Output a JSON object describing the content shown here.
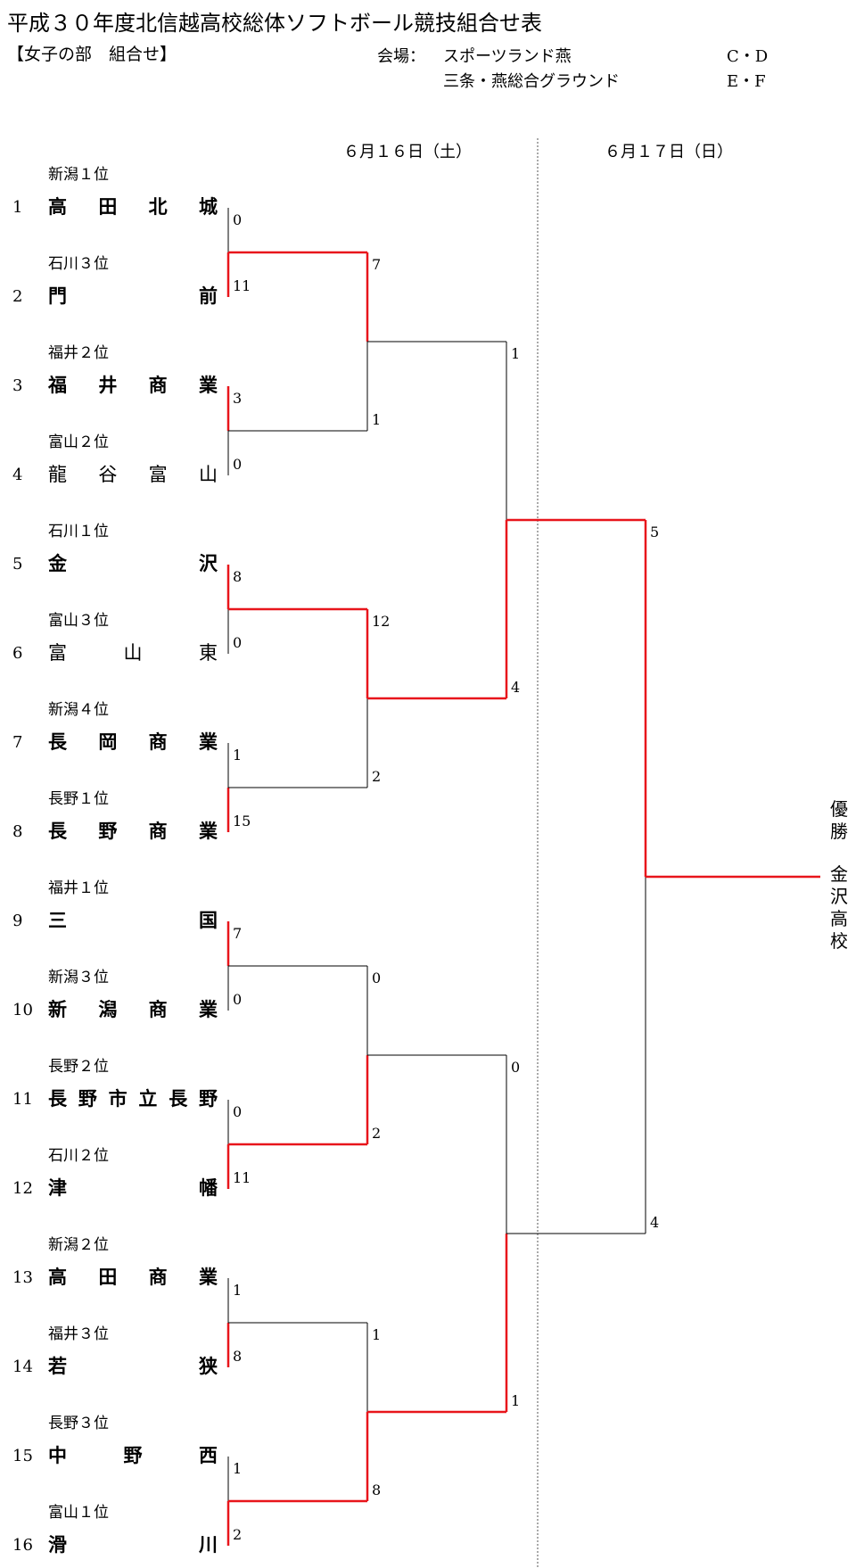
{
  "header": {
    "title": "平成３０年度北信越高校総体ソフトボール競技組合せ表",
    "section": "【女子の部　組合せ】",
    "venue_label": "会場：",
    "venue1": "スポーツランド燕",
    "venue2": "三条・燕総合グラウンド",
    "courts1": "C・D",
    "courts2": "E・F"
  },
  "dates": {
    "day1": "６月１６日（土）",
    "day2": "６月１７日（日）"
  },
  "teams": [
    {
      "num": "1",
      "seed": "新潟１位",
      "name": "高田北城",
      "bold": true
    },
    {
      "num": "2",
      "seed": "石川３位",
      "name": "門前",
      "bold": true
    },
    {
      "num": "3",
      "seed": "福井２位",
      "name": "福井商業",
      "bold": true
    },
    {
      "num": "4",
      "seed": "富山２位",
      "name": "龍谷富山",
      "bold": false
    },
    {
      "num": "5",
      "seed": "石川１位",
      "name": "金沢",
      "bold": true
    },
    {
      "num": "6",
      "seed": "富山３位",
      "name": "富山東",
      "bold": false
    },
    {
      "num": "7",
      "seed": "新潟４位",
      "name": "長岡商業",
      "bold": true
    },
    {
      "num": "8",
      "seed": "長野１位",
      "name": "長野商業",
      "bold": true
    },
    {
      "num": "9",
      "seed": "福井１位",
      "name": "三国",
      "bold": true
    },
    {
      "num": "10",
      "seed": "新潟３位",
      "name": "新潟商業",
      "bold": true
    },
    {
      "num": "11",
      "seed": "長野２位",
      "name": "長野市立長野",
      "bold": true
    },
    {
      "num": "12",
      "seed": "石川２位",
      "name": "津幡",
      "bold": true
    },
    {
      "num": "13",
      "seed": "新潟２位",
      "name": "高田商業",
      "bold": true
    },
    {
      "num": "14",
      "seed": "福井３位",
      "name": "若狭",
      "bold": true
    },
    {
      "num": "15",
      "seed": "長野３位",
      "name": "中野西",
      "bold": true
    },
    {
      "num": "16",
      "seed": "富山１位",
      "name": "滑川",
      "bold": true
    }
  ],
  "round1": [
    {
      "top": "0",
      "bottom": "11",
      "winner": "bottom"
    },
    {
      "top": "3",
      "bottom": "0",
      "winner": "top"
    },
    {
      "top": "8",
      "bottom": "0",
      "winner": "top"
    },
    {
      "top": "1",
      "bottom": "15",
      "winner": "bottom"
    },
    {
      "top": "7",
      "bottom": "0",
      "winner": "top"
    },
    {
      "top": "0",
      "bottom": "11",
      "winner": "bottom"
    },
    {
      "top": "1",
      "bottom": "8",
      "winner": "bottom"
    },
    {
      "top": "1",
      "bottom": "2",
      "winner": "bottom"
    }
  ],
  "round2": [
    {
      "top": "7",
      "bottom": "1",
      "winner": "top"
    },
    {
      "top": "12",
      "bottom": "2",
      "winner": "top"
    },
    {
      "top": "0",
      "bottom": "2",
      "winner": "bottom"
    },
    {
      "top": "1",
      "bottom": "8",
      "winner": "bottom"
    }
  ],
  "semis": [
    {
      "top": "1",
      "bottom": "4",
      "winner": "bottom"
    },
    {
      "top": "0",
      "bottom": "1",
      "winner": "bottom"
    }
  ],
  "final": {
    "top": "5",
    "bottom": "4",
    "winner": "top"
  },
  "champion": {
    "label": "優勝",
    "team": "金沢高校"
  },
  "colors": {
    "win": "#e8151b",
    "line": "#000000"
  }
}
